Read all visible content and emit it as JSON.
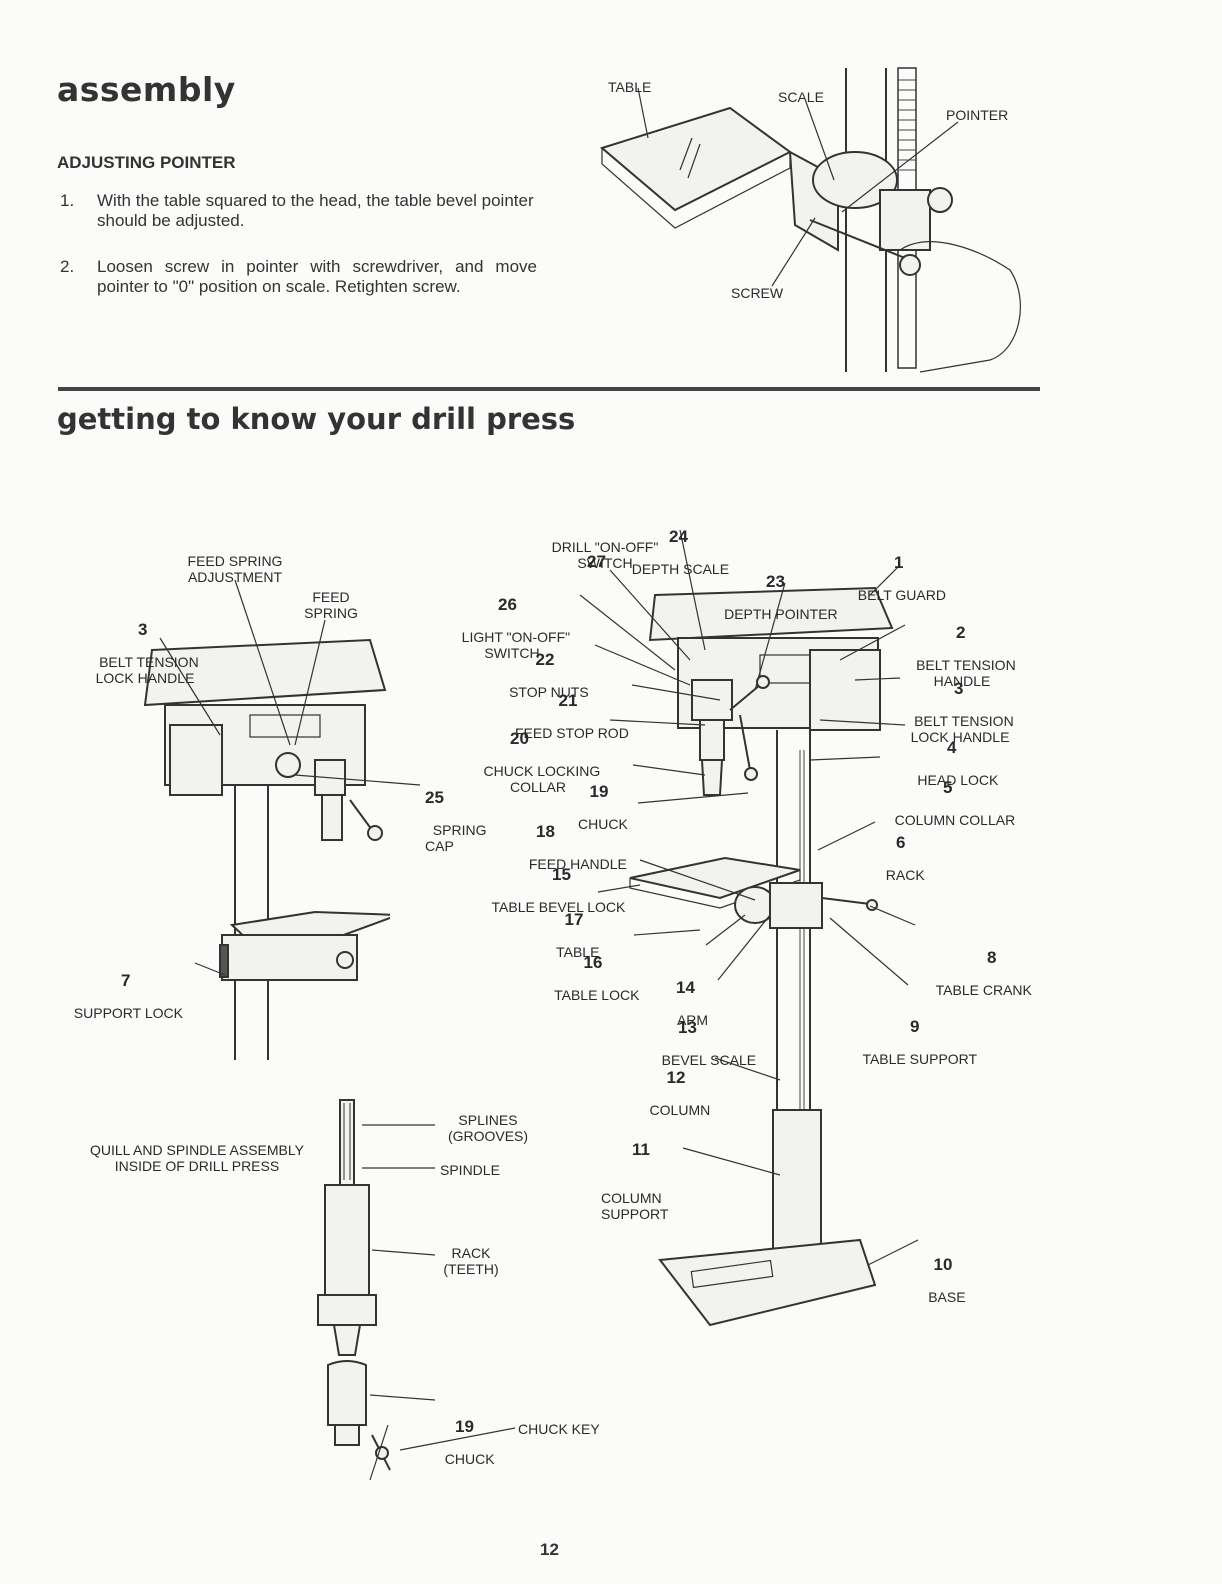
{
  "assembly": {
    "title": "assembly",
    "subtitle": "ADJUSTING POINTER",
    "steps": [
      {
        "num": "1.",
        "text": "With the table squared to the head, the table bevel pointer should be adjusted."
      },
      {
        "num": "2.",
        "text": "Loosen screw in pointer with screwdriver, and move pointer to \"0\" position on scale. Retighten screw."
      }
    ],
    "figure_labels": {
      "table": "TABLE",
      "scale": "SCALE",
      "pointer": "POINTER",
      "screw": "SCREW"
    }
  },
  "section": {
    "title": "getting to know your drill press"
  },
  "left_press": {
    "feed_spring_adjustment": "FEED SPRING\nADJUSTMENT",
    "feed_spring": "FEED\nSPRING",
    "belt_tension_lock_handle": {
      "num": "3",
      "text": "BELT TENSION\nLOCK HANDLE"
    },
    "spring_cap": {
      "num": "25",
      "text": "SPRING\nCAP"
    },
    "support_lock": {
      "num": "7",
      "text": "SUPPORT LOCK"
    }
  },
  "quill": {
    "title": "QUILL AND SPINDLE ASSEMBLY\nINSIDE OF DRILL PRESS",
    "splines": "SPLINES\n(GROOVES)",
    "spindle": "SPINDLE",
    "rack": "RACK\n(TEETH)",
    "chuck": {
      "num": "19",
      "text": "CHUCK"
    },
    "chuck_key": "CHUCK KEY"
  },
  "main_press": {
    "labels": [
      {
        "key": "l24",
        "num": "24",
        "text": "DEPTH SCALE"
      },
      {
        "key": "l27",
        "num": "27",
        "text": "DRILL \"ON-OFF\"\nSWITCH"
      },
      {
        "key": "l26",
        "num": "26",
        "text": "LIGHT \"ON-OFF\"\nSWITCH"
      },
      {
        "key": "l22",
        "num": "22",
        "text": "STOP NUTS"
      },
      {
        "key": "l21",
        "num": "21",
        "text": "FEED STOP ROD"
      },
      {
        "key": "l20",
        "num": "20",
        "text": "CHUCK LOCKING\nCOLLAR"
      },
      {
        "key": "l19",
        "num": "19",
        "text": "CHUCK"
      },
      {
        "key": "l18",
        "num": "18",
        "text": "FEED HANDLE"
      },
      {
        "key": "l15",
        "num": "15",
        "text": "TABLE BEVEL LOCK"
      },
      {
        "key": "l17",
        "num": "17",
        "text": "TABLE"
      },
      {
        "key": "l16",
        "num": "16",
        "text": "TABLE LOCK"
      },
      {
        "key": "l14",
        "num": "14",
        "text": "ARM"
      },
      {
        "key": "l13",
        "num": "13",
        "text": "BEVEL SCALE"
      },
      {
        "key": "l12",
        "num": "12",
        "text": "COLUMN"
      },
      {
        "key": "l11",
        "num": "11",
        "text": "COLUMN\nSUPPORT"
      },
      {
        "key": "l23",
        "num": "23",
        "text": "DEPTH POINTER"
      },
      {
        "key": "l1",
        "num": "1",
        "text": "BELT GUARD"
      },
      {
        "key": "l2",
        "num": "2",
        "text": "BELT TENSION\nHANDLE"
      },
      {
        "key": "l3",
        "num": "3",
        "text": "BELT TENSION\nLOCK HANDLE"
      },
      {
        "key": "l4",
        "num": "4",
        "text": "HEAD LOCK"
      },
      {
        "key": "l5",
        "num": "5",
        "text": "COLUMN COLLAR"
      },
      {
        "key": "l6",
        "num": "6",
        "text": "RACK"
      },
      {
        "key": "l8",
        "num": "8",
        "text": "TABLE CRANK"
      },
      {
        "key": "l9",
        "num": "9",
        "text": "TABLE SUPPORT"
      },
      {
        "key": "l10",
        "num": "10",
        "text": "BASE"
      }
    ]
  },
  "page_number": "12"
}
